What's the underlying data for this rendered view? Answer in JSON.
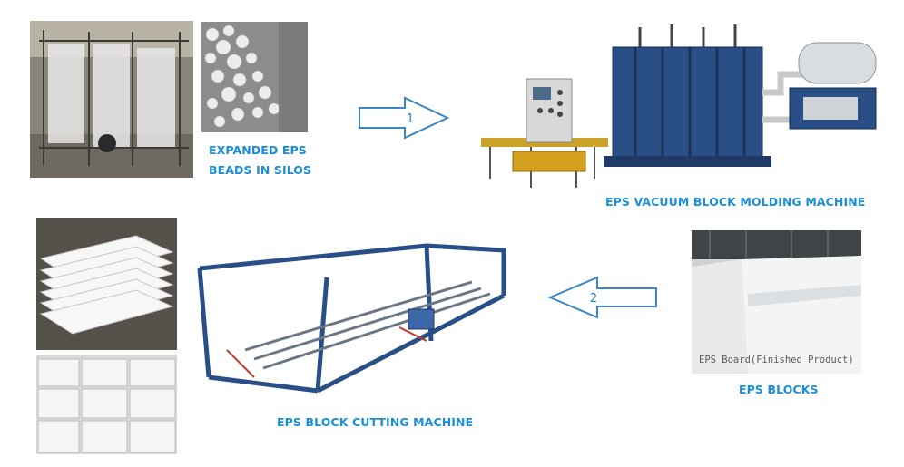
{
  "steps": {
    "one": {
      "number": "1"
    },
    "two": {
      "number": "2"
    }
  },
  "labels": {
    "silos_line1": "EXPANDED EPS",
    "silos_line2": "BEADS IN SILOS",
    "molding": "EPS VACUUM BLOCK MOLDING MACHINE",
    "blocks": "EPS BLOCKS",
    "cutting": "EPS BLOCK CUTTING MACHINE"
  },
  "photo_captions": {
    "blocks_watermark": "EPS Board(Finished Product)"
  },
  "colors": {
    "label": "#1a8ed6",
    "arrow_stroke": "#3d86c6",
    "machine_blue": "#2a4f86"
  }
}
